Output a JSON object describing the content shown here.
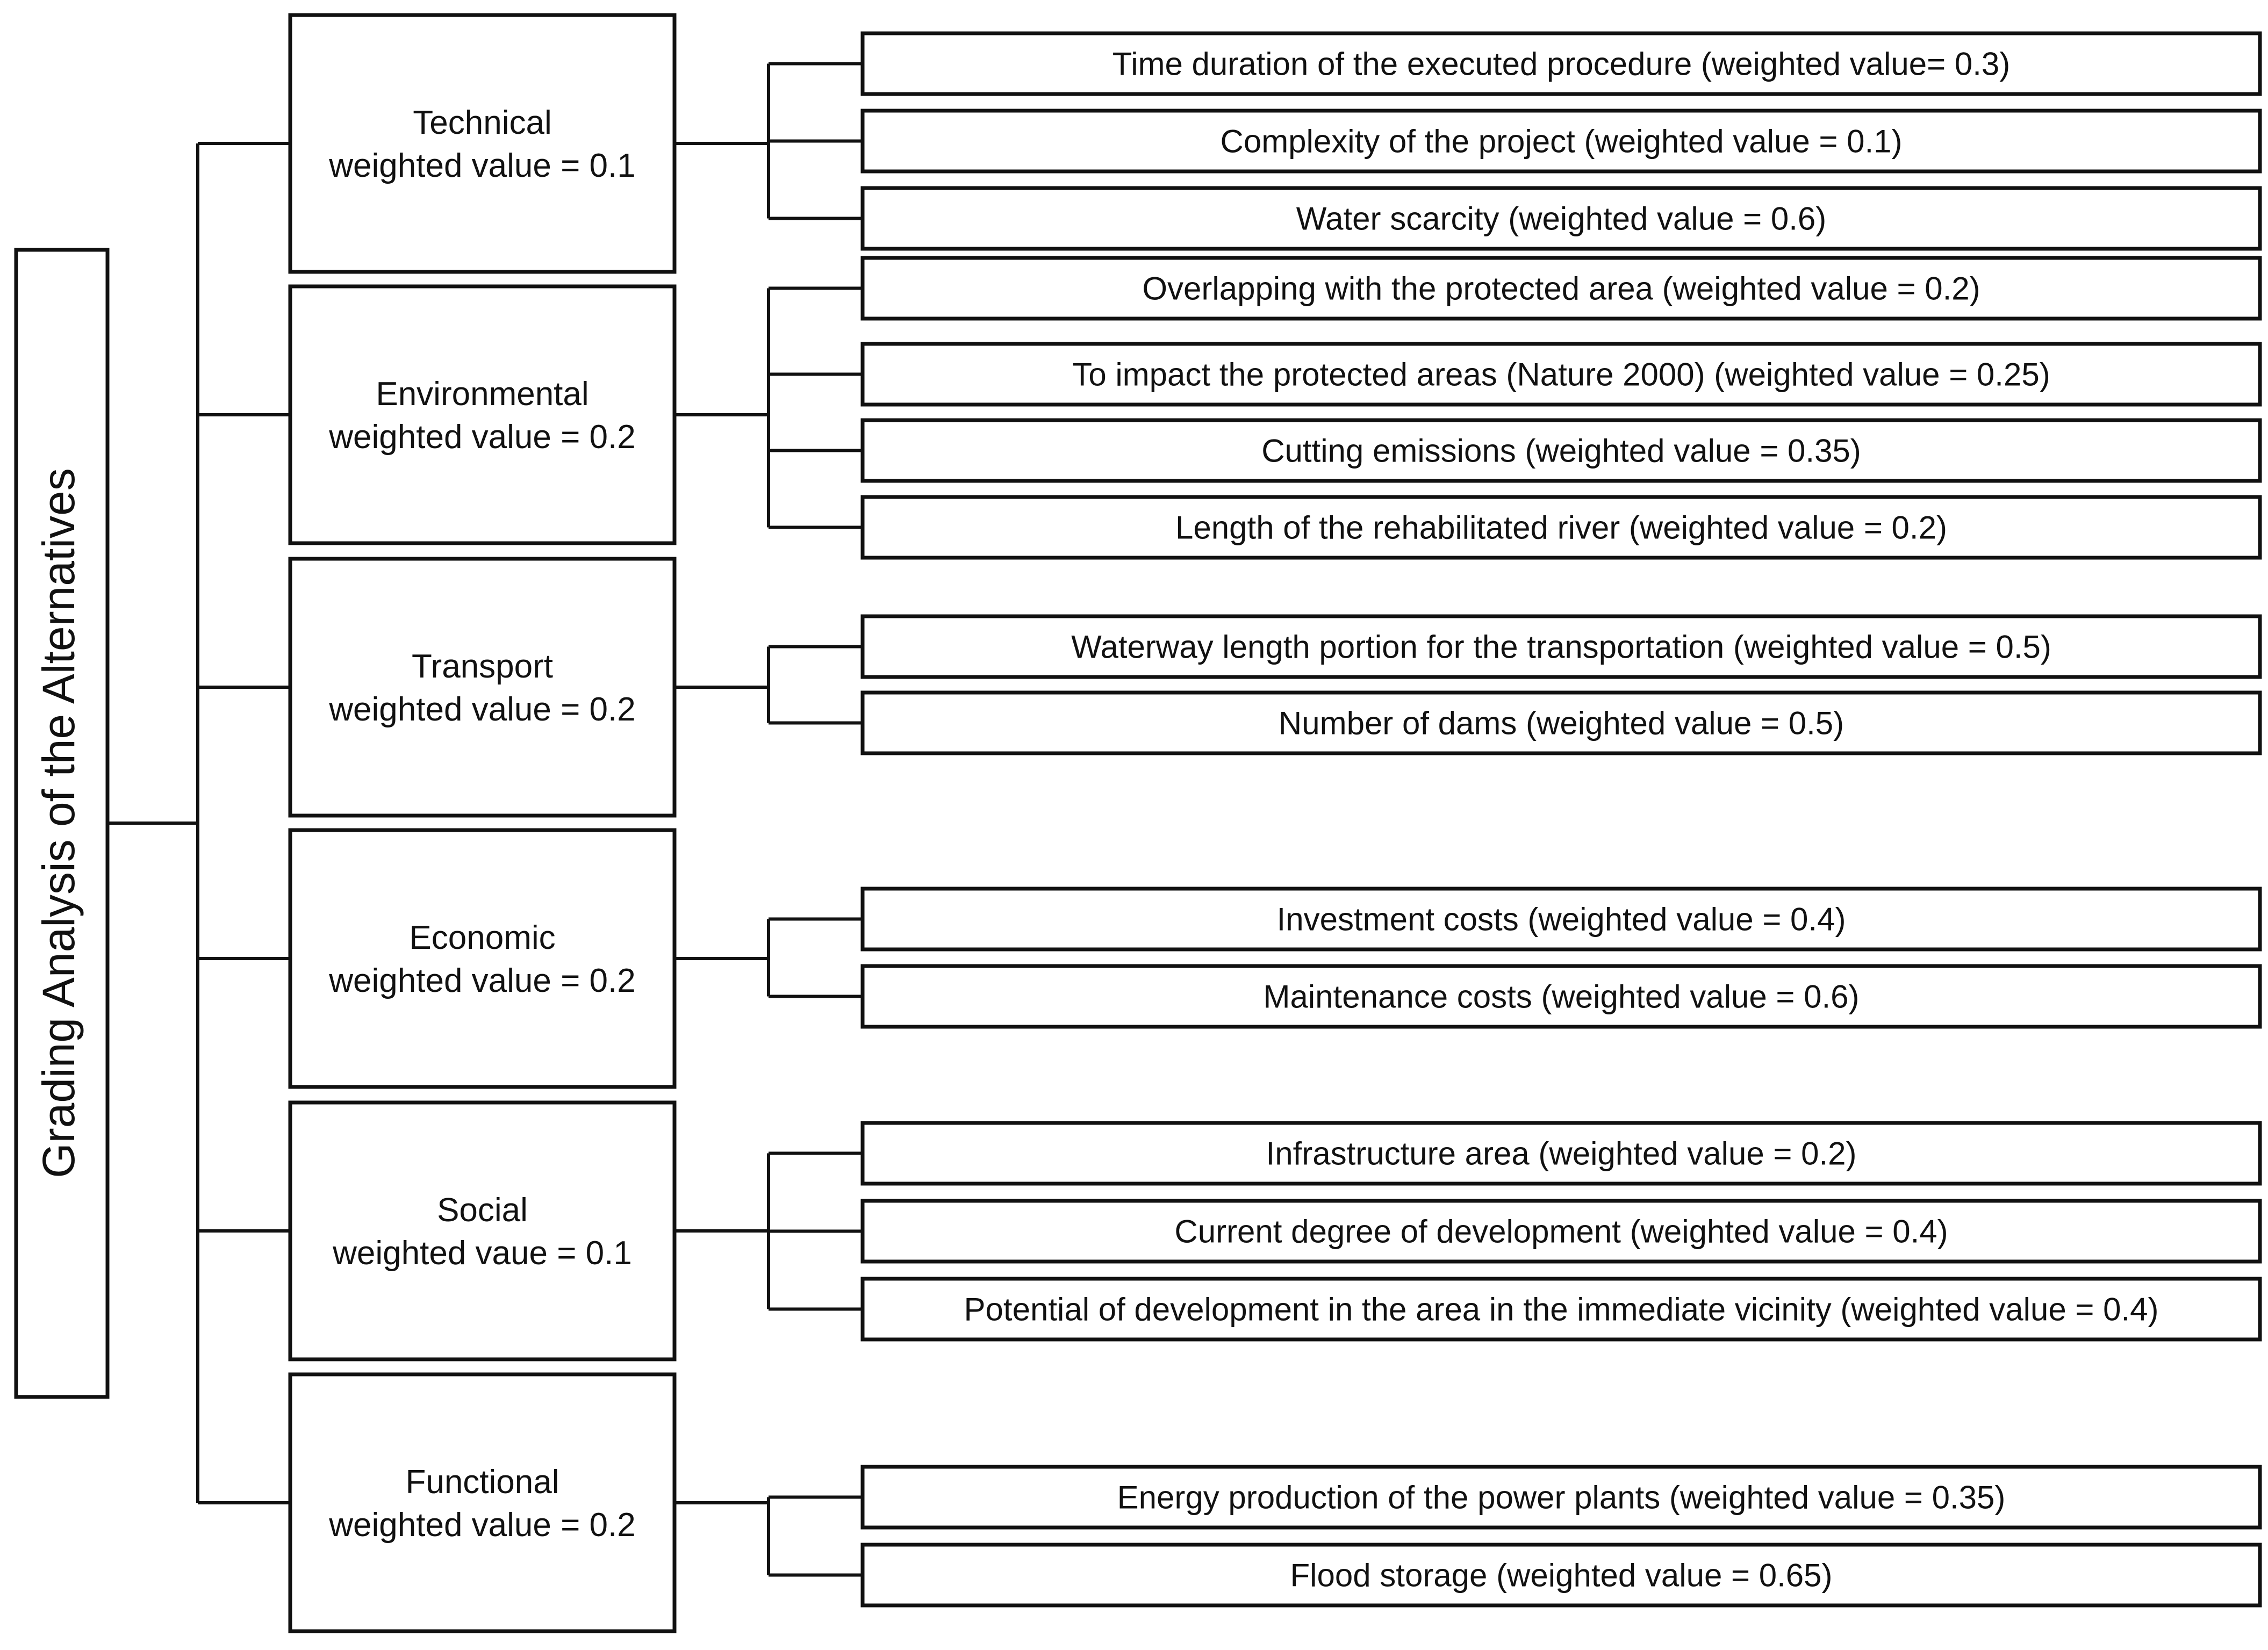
{
  "root": {
    "label": "Grading Analysis of the Alternatives"
  },
  "criteria": [
    {
      "name": "Technical",
      "weight_label": "weighted value = 0.1",
      "weight": 0.1,
      "subcriteria": [
        {
          "label": "Time duration of the executed procedure (weighted value= 0.3)",
          "weight": 0.3
        },
        {
          "label": "Complexity of the project (weighted value = 0.1)",
          "weight": 0.1
        },
        {
          "label": "Water scarcity  (weighted value = 0.6)",
          "weight": 0.6
        }
      ]
    },
    {
      "name": "Environmental",
      "weight_label": "weighted value = 0.2",
      "weight": 0.2,
      "subcriteria": [
        {
          "label": "Overlapping with the protected area (weighted value = 0.2)",
          "weight": 0.2
        },
        {
          "label": "To impact the protected areas (Nature 2000) (weighted value = 0.25)",
          "weight": 0.25
        },
        {
          "label": "Cutting emissions (weighted value = 0.35)",
          "weight": 0.35
        },
        {
          "label": "Length of the rehabilitated river (weighted value = 0.2)",
          "weight": 0.2
        }
      ]
    },
    {
      "name": "Transport",
      "weight_label": "weighted value = 0.2",
      "weight": 0.2,
      "subcriteria": [
        {
          "label": "Waterway length portion for the transportation (weighted value = 0.5)",
          "weight": 0.5
        },
        {
          "label": "Number of dams (weighted value = 0.5)",
          "weight": 0.5
        }
      ]
    },
    {
      "name": "Economic",
      "weight_label": "weighted value = 0.2",
      "weight": 0.2,
      "subcriteria": [
        {
          "label": "Investment costs (weighted value = 0.4)",
          "weight": 0.4
        },
        {
          "label": "Maintenance costs (weighted value = 0.6)",
          "weight": 0.6
        }
      ]
    },
    {
      "name": "Social",
      "weight_label": "weighted vaue = 0.1",
      "weight": 0.1,
      "subcriteria": [
        {
          "label": "Infrastructure area (weighted value = 0.2)",
          "weight": 0.2
        },
        {
          "label": "Current degree of development (weighted value = 0.4)",
          "weight": 0.4
        },
        {
          "label": "Potential of development in the area in the immediate vicinity (weighted value = 0.4)",
          "weight": 0.4
        }
      ]
    },
    {
      "name": "Functional",
      "weight_label": "weighted value = 0.2",
      "weight": 0.2,
      "subcriteria": [
        {
          "label": "Energy production of the power plants (weighted value = 0.35)",
          "weight": 0.35
        },
        {
          "label": "Flood storage (weighted value = 0.65)",
          "weight": 0.65
        }
      ]
    }
  ]
}
